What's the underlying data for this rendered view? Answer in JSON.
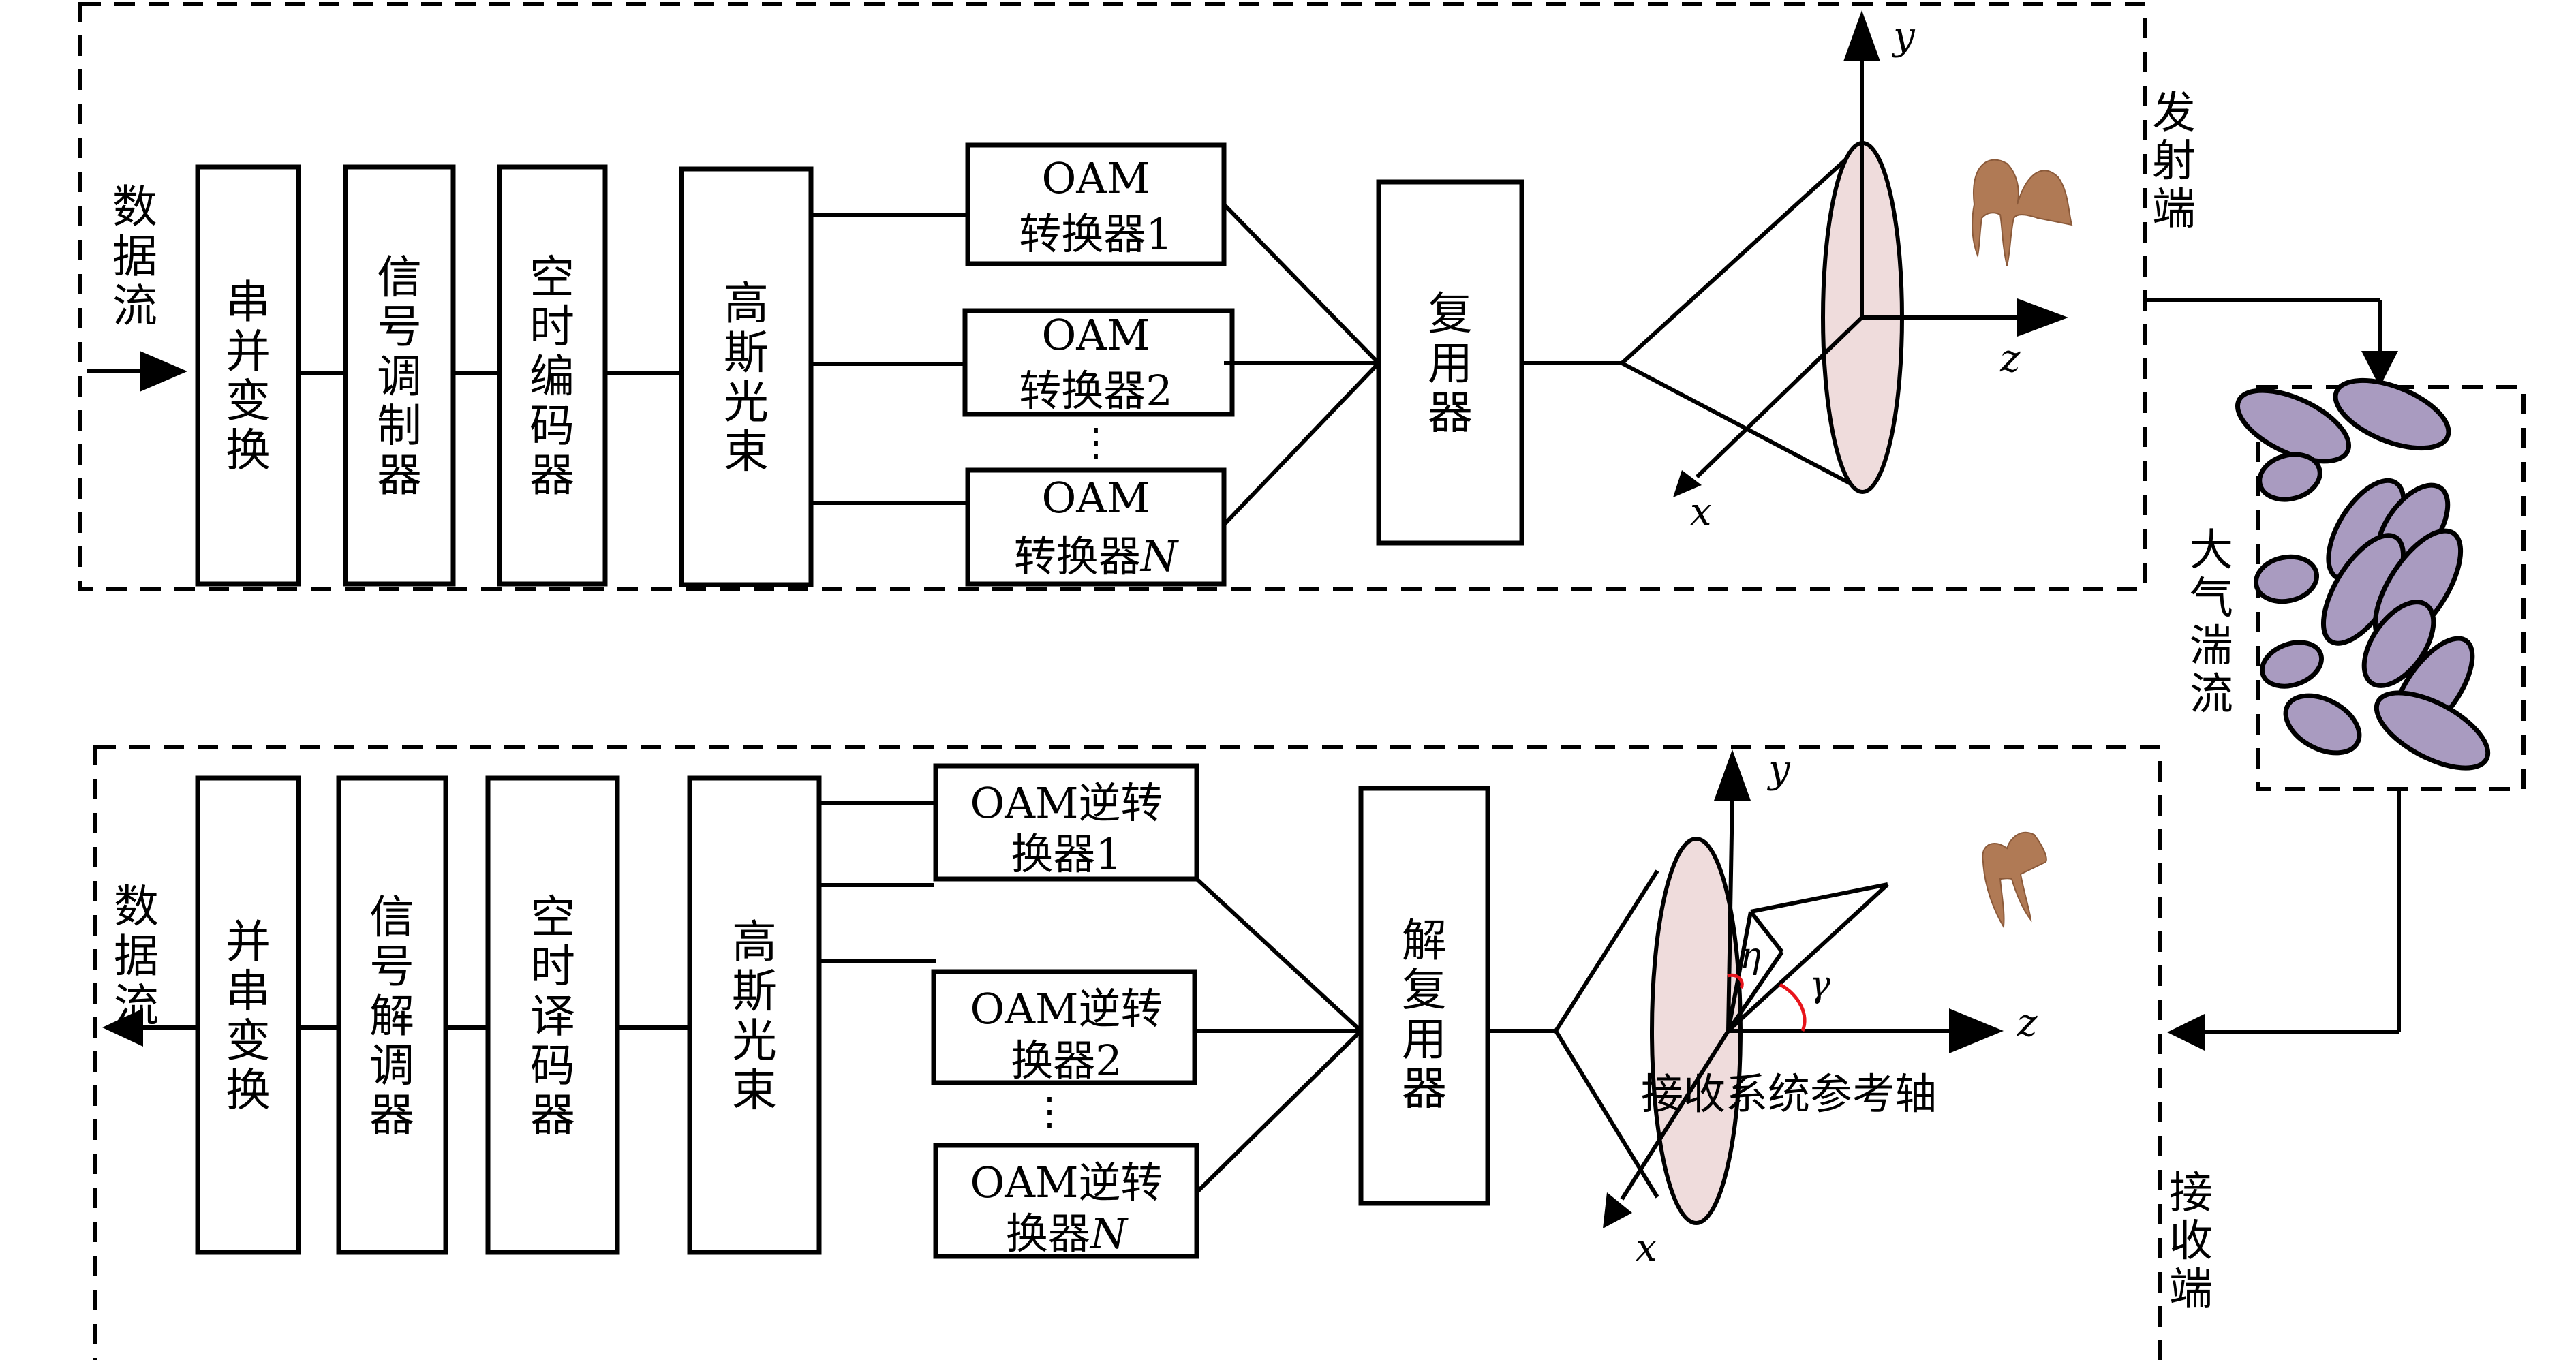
{
  "figure": {
    "transmitter": {
      "section_label": "发射端",
      "input_label": "数据流",
      "blocks": [
        "串并变换",
        "信号调制器",
        "空时编码器",
        "高斯光束"
      ],
      "oam_converters": [
        {
          "line1": "OAM",
          "line2": "转换器1"
        },
        {
          "line1": "OAM",
          "line2": "转换器2"
        },
        {
          "line1": "OAM",
          "line2": "转换器",
          "suffix": "N"
        }
      ],
      "ellipsis": "⋮",
      "mux_label": "复用器",
      "axes": {
        "x": "x",
        "y": "y",
        "z": "z"
      }
    },
    "channel": {
      "label": "大气湍流",
      "particle_color": "#a99bc0"
    },
    "receiver": {
      "section_label": "接收端",
      "output_label": "数据流",
      "blocks": [
        "并串变换",
        "信号解调器",
        "空时译码器",
        "高斯光束"
      ],
      "oam_inverse_converters": [
        {
          "line1": "OAM逆转",
          "line2": "换器1"
        },
        {
          "line1": "OAM逆转",
          "line2": "换器2"
        },
        {
          "line1": "OAM逆转",
          "line2": "换器",
          "suffix": "N"
        }
      ],
      "ellipsis": "⋮",
      "demux_label": "解复用器",
      "axes": {
        "x": "x",
        "y": "y",
        "z": "z"
      },
      "angles": {
        "eta": "η",
        "gamma": "γ"
      },
      "reference_axis_label": "接收系统参考轴"
    },
    "colors": {
      "lens_fill": "#efdcdc",
      "angle_arc": "#e8141b",
      "beam_pattern": "#b07a55"
    }
  }
}
